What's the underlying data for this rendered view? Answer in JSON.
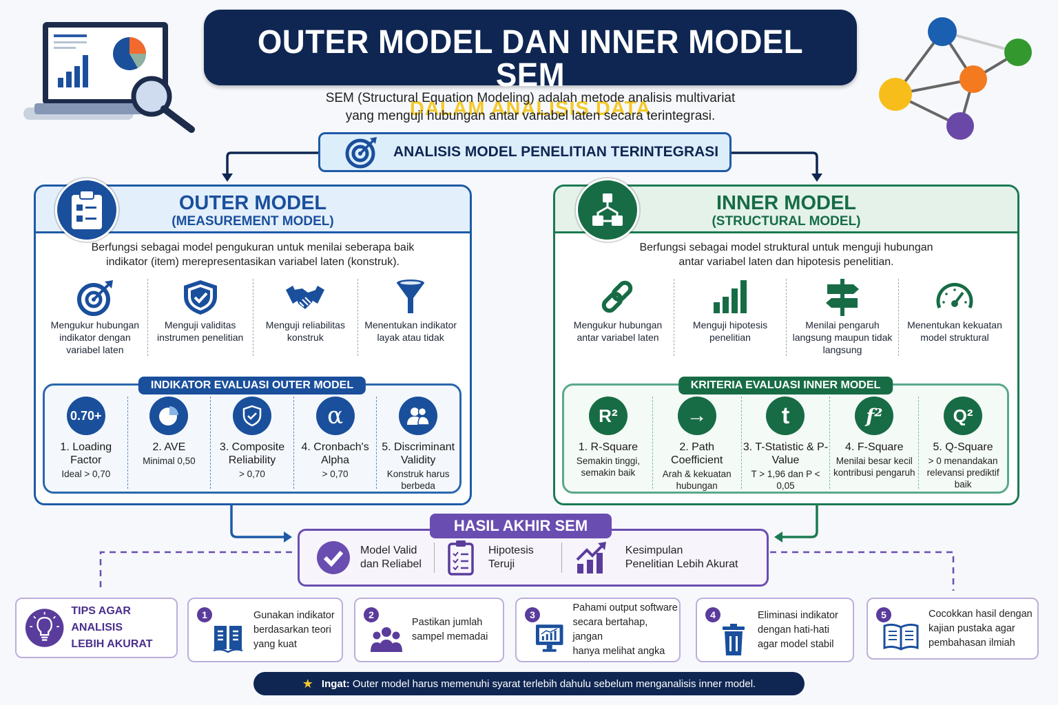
{
  "header": {
    "title": "OUTER MODEL DAN INNER MODEL SEM",
    "subtitle": "DALAM ANALISIS DATA",
    "intro_line1": "SEM (Structural Equation Modeling) adalah metode analisis multivariat",
    "intro_line2": "yang menguji hubungan antar variabel laten secara terintegrasi."
  },
  "integrated": {
    "label": "ANALISIS MODEL PENELITIAN TERINTEGRASI",
    "icon": "target-icon"
  },
  "colors": {
    "navy": "#0f2652",
    "blue": "#1a4f9c",
    "green": "#176c45",
    "purple": "#6a4db0",
    "gold": "#f4c92b"
  },
  "outer": {
    "title": "OUTER MODEL",
    "subtitle": "(MEASUREMENT MODEL)",
    "icon": "clipboard-checklist-icon",
    "desc_line1": "Berfungsi sebagai model pengukuran untuk menilai seberapa baik",
    "desc_line2": "indikator (item) merepresentasikan variabel laten (konstruk).",
    "features": [
      {
        "icon": "target-icon",
        "text": "Mengukur hubungan indikator dengan variabel laten"
      },
      {
        "icon": "shield-check-icon",
        "text": "Menguji validitas instrumen penelitian"
      },
      {
        "icon": "handshake-icon",
        "text": "Menguji reliabilitas konstruk"
      },
      {
        "icon": "funnel-icon",
        "text": "Menentukan indikator layak atau tidak"
      }
    ],
    "eval_title": "INDIKATOR EVALUASI OUTER MODEL",
    "eval": [
      {
        "symbol": "0.70+",
        "name": "1. Loading Factor",
        "criterion": "Ideal > 0,70"
      },
      {
        "symbol": "pie-chart-icon",
        "name": "2. AVE",
        "criterion": "Minimal 0,50"
      },
      {
        "symbol": "shield-check-icon",
        "name": "3. Composite Reliability",
        "criterion": "> 0,70"
      },
      {
        "symbol": "α",
        "name": "4. Cronbach's Alpha",
        "criterion": "> 0,70"
      },
      {
        "symbol": "users-icon",
        "name": "5. Discriminant Validity",
        "criterion": "Konstruk harus berbeda"
      }
    ]
  },
  "inner": {
    "title": "INNER MODEL",
    "subtitle": "(STRUCTURAL MODEL)",
    "icon": "hierarchy-icon",
    "desc_line1": "Berfungsi sebagai model struktural untuk menguji hubungan",
    "desc_line2": "antar variabel laten dan hipotesis penelitian.",
    "features": [
      {
        "icon": "link-icon",
        "text": "Mengukur hubungan antar variabel laten"
      },
      {
        "icon": "bar-chart-icon",
        "text": "Menguji hipotesis penelitian"
      },
      {
        "icon": "signpost-icon",
        "text": "Menilai pengaruh langsung maupun tidak langsung"
      },
      {
        "icon": "gauge-icon",
        "text": "Menentukan kekuatan model struktural"
      }
    ],
    "eval_title": "KRITERIA EVALUASI INNER MODEL",
    "eval": [
      {
        "symbol": "R²",
        "name": "1. R-Square",
        "criterion": "Semakin tinggi, semakin baik"
      },
      {
        "symbol": "→",
        "name": "2. Path Coefficient",
        "criterion": "Arah & kekuatan hubungan"
      },
      {
        "symbol": "t",
        "name": "3. T-Statistic & P-Value",
        "criterion": "T > 1,96 dan P < 0,05"
      },
      {
        "symbol": "f²",
        "name": "4. F-Square",
        "criterion": "Menilai besar kecil kontribusi pengaruh"
      },
      {
        "symbol": "Q²",
        "name": "5. Q-Square",
        "criterion": "> 0 menandakan relevansi prediktif baik"
      }
    ]
  },
  "result": {
    "title": "HASIL AKHIR SEM",
    "items": [
      {
        "icon": "check-circle-icon",
        "line1": "Model Valid",
        "line2": "dan Reliabel"
      },
      {
        "icon": "clipboard-list-icon",
        "line1": "Hipotesis",
        "line2": "Teruji"
      },
      {
        "icon": "growth-chart-icon",
        "line1": "Kesimpulan",
        "line2": "Penelitian Lebih Akurat"
      }
    ]
  },
  "tips": {
    "title_line1": "TIPS AGAR ANALISIS",
    "title_line2": "LEBIH AKURAT",
    "items": [
      {
        "num": "1",
        "icon": "book-icon",
        "line1": "Gunakan indikator",
        "line2": "berdasarkan teori",
        "line3": "yang kuat"
      },
      {
        "num": "2",
        "icon": "group-icon",
        "line1": "Pastikan jumlah",
        "line2": "sampel memadai",
        "line3": ""
      },
      {
        "num": "3",
        "icon": "monitor-chart-icon",
        "line1": "Pahami output software",
        "line2": "secara bertahap, jangan",
        "line3": "hanya melihat angka"
      },
      {
        "num": "4",
        "icon": "trash-icon",
        "line1": "Eliminasi indikator",
        "line2": "dengan hati-hati",
        "line3": "agar model stabil"
      },
      {
        "num": "5",
        "icon": "open-book-icon",
        "line1": "Cocokkan hasil dengan",
        "line2": "kajian pustaka agar",
        "line3": "pembahasan ilmiah"
      }
    ]
  },
  "reminder": {
    "label": "Ingat:",
    "text": " Outer model harus memenuhi syarat terlebih dahulu sebelum menganalisis inner model."
  }
}
